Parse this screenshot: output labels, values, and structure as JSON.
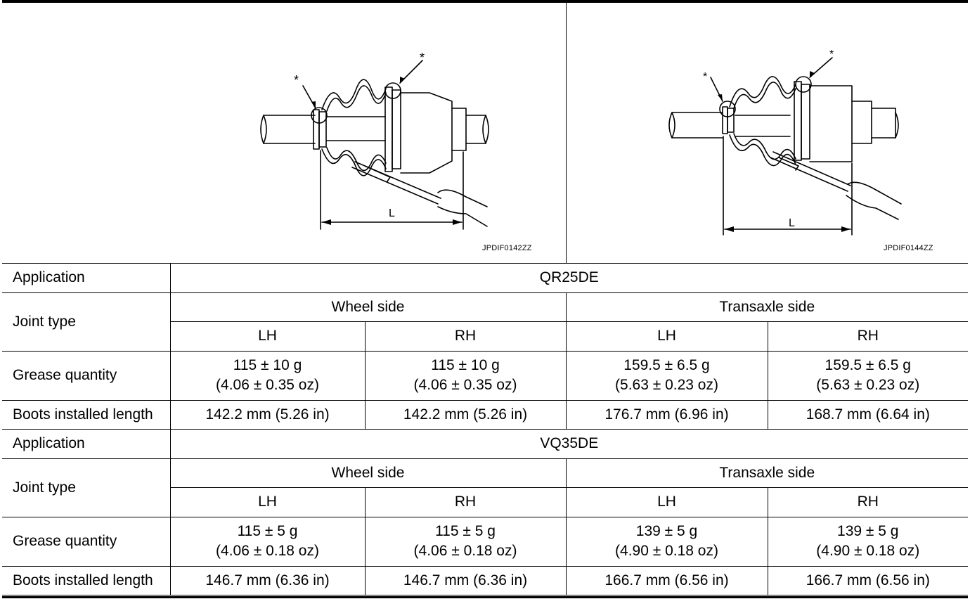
{
  "figures": [
    {
      "code": "JPDIF0142ZZ",
      "marker": "*",
      "dimension_label": "L"
    },
    {
      "code": "JPDIF0144ZZ",
      "marker": "*",
      "dimension_label": "L"
    }
  ],
  "tables": [
    {
      "application_label": "Application",
      "application": "QR25DE",
      "joint_type_label": "Joint type",
      "wheel_side": "Wheel side",
      "transaxle_side": "Transaxle side",
      "lh": "LH",
      "rh": "RH",
      "grease_label": "Grease quantity",
      "grease": [
        {
          "g": "115 ± 10 g",
          "oz": "(4.06 ± 0.35 oz)"
        },
        {
          "g": "115 ± 10 g",
          "oz": "(4.06 ± 0.35 oz)"
        },
        {
          "g": "159.5 ± 6.5 g",
          "oz": "(5.63 ± 0.23 oz)"
        },
        {
          "g": "159.5 ± 6.5 g",
          "oz": "(5.63 ± 0.23 oz)"
        }
      ],
      "boots_label": "Boots installed length",
      "boots": [
        "142.2 mm (5.26 in)",
        "142.2 mm (5.26 in)",
        "176.7 mm (6.96 in)",
        "168.7 mm (6.64 in)"
      ]
    },
    {
      "application_label": "Application",
      "application": "VQ35DE",
      "joint_type_label": "Joint type",
      "wheel_side": "Wheel side",
      "transaxle_side": "Transaxle side",
      "lh": "LH",
      "rh": "RH",
      "grease_label": "Grease quantity",
      "grease": [
        {
          "g": "115 ± 5 g",
          "oz": "(4.06 ± 0.18 oz)"
        },
        {
          "g": "115 ± 5 g",
          "oz": "(4.06 ± 0.18 oz)"
        },
        {
          "g": "139 ± 5 g",
          "oz": "(4.90 ± 0.18 oz)"
        },
        {
          "g": "139 ± 5 g",
          "oz": "(4.90 ± 0.18 oz)"
        }
      ],
      "boots_label": "Boots installed length",
      "boots": [
        "146.7 mm (6.36 in)",
        "146.7 mm (6.36 in)",
        "166.7 mm (6.56 in)",
        "166.7 mm (6.56 in)"
      ]
    }
  ]
}
